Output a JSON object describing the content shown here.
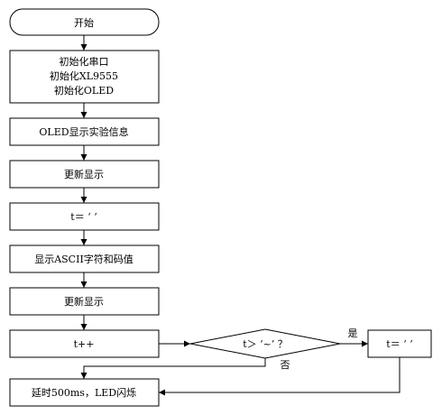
{
  "flowchart": {
    "start": "开始",
    "init": {
      "line1": "初始化串口",
      "line2": "初始化XL9555",
      "line3": "初始化OLED"
    },
    "show_info": "OLED显示实验信息",
    "refresh_1": "更新显示",
    "assign_space": "t＝ ‘ ’",
    "show_ascii": "显示ASCII字符和码值",
    "refresh_2": "更新显示",
    "increment": "t++",
    "decision": "t＞ ‘~’ ？",
    "yes_label": "是",
    "no_label": "否",
    "reset_space": "t＝ ‘ ’",
    "delay": "延时500ms，LED闪烁"
  }
}
